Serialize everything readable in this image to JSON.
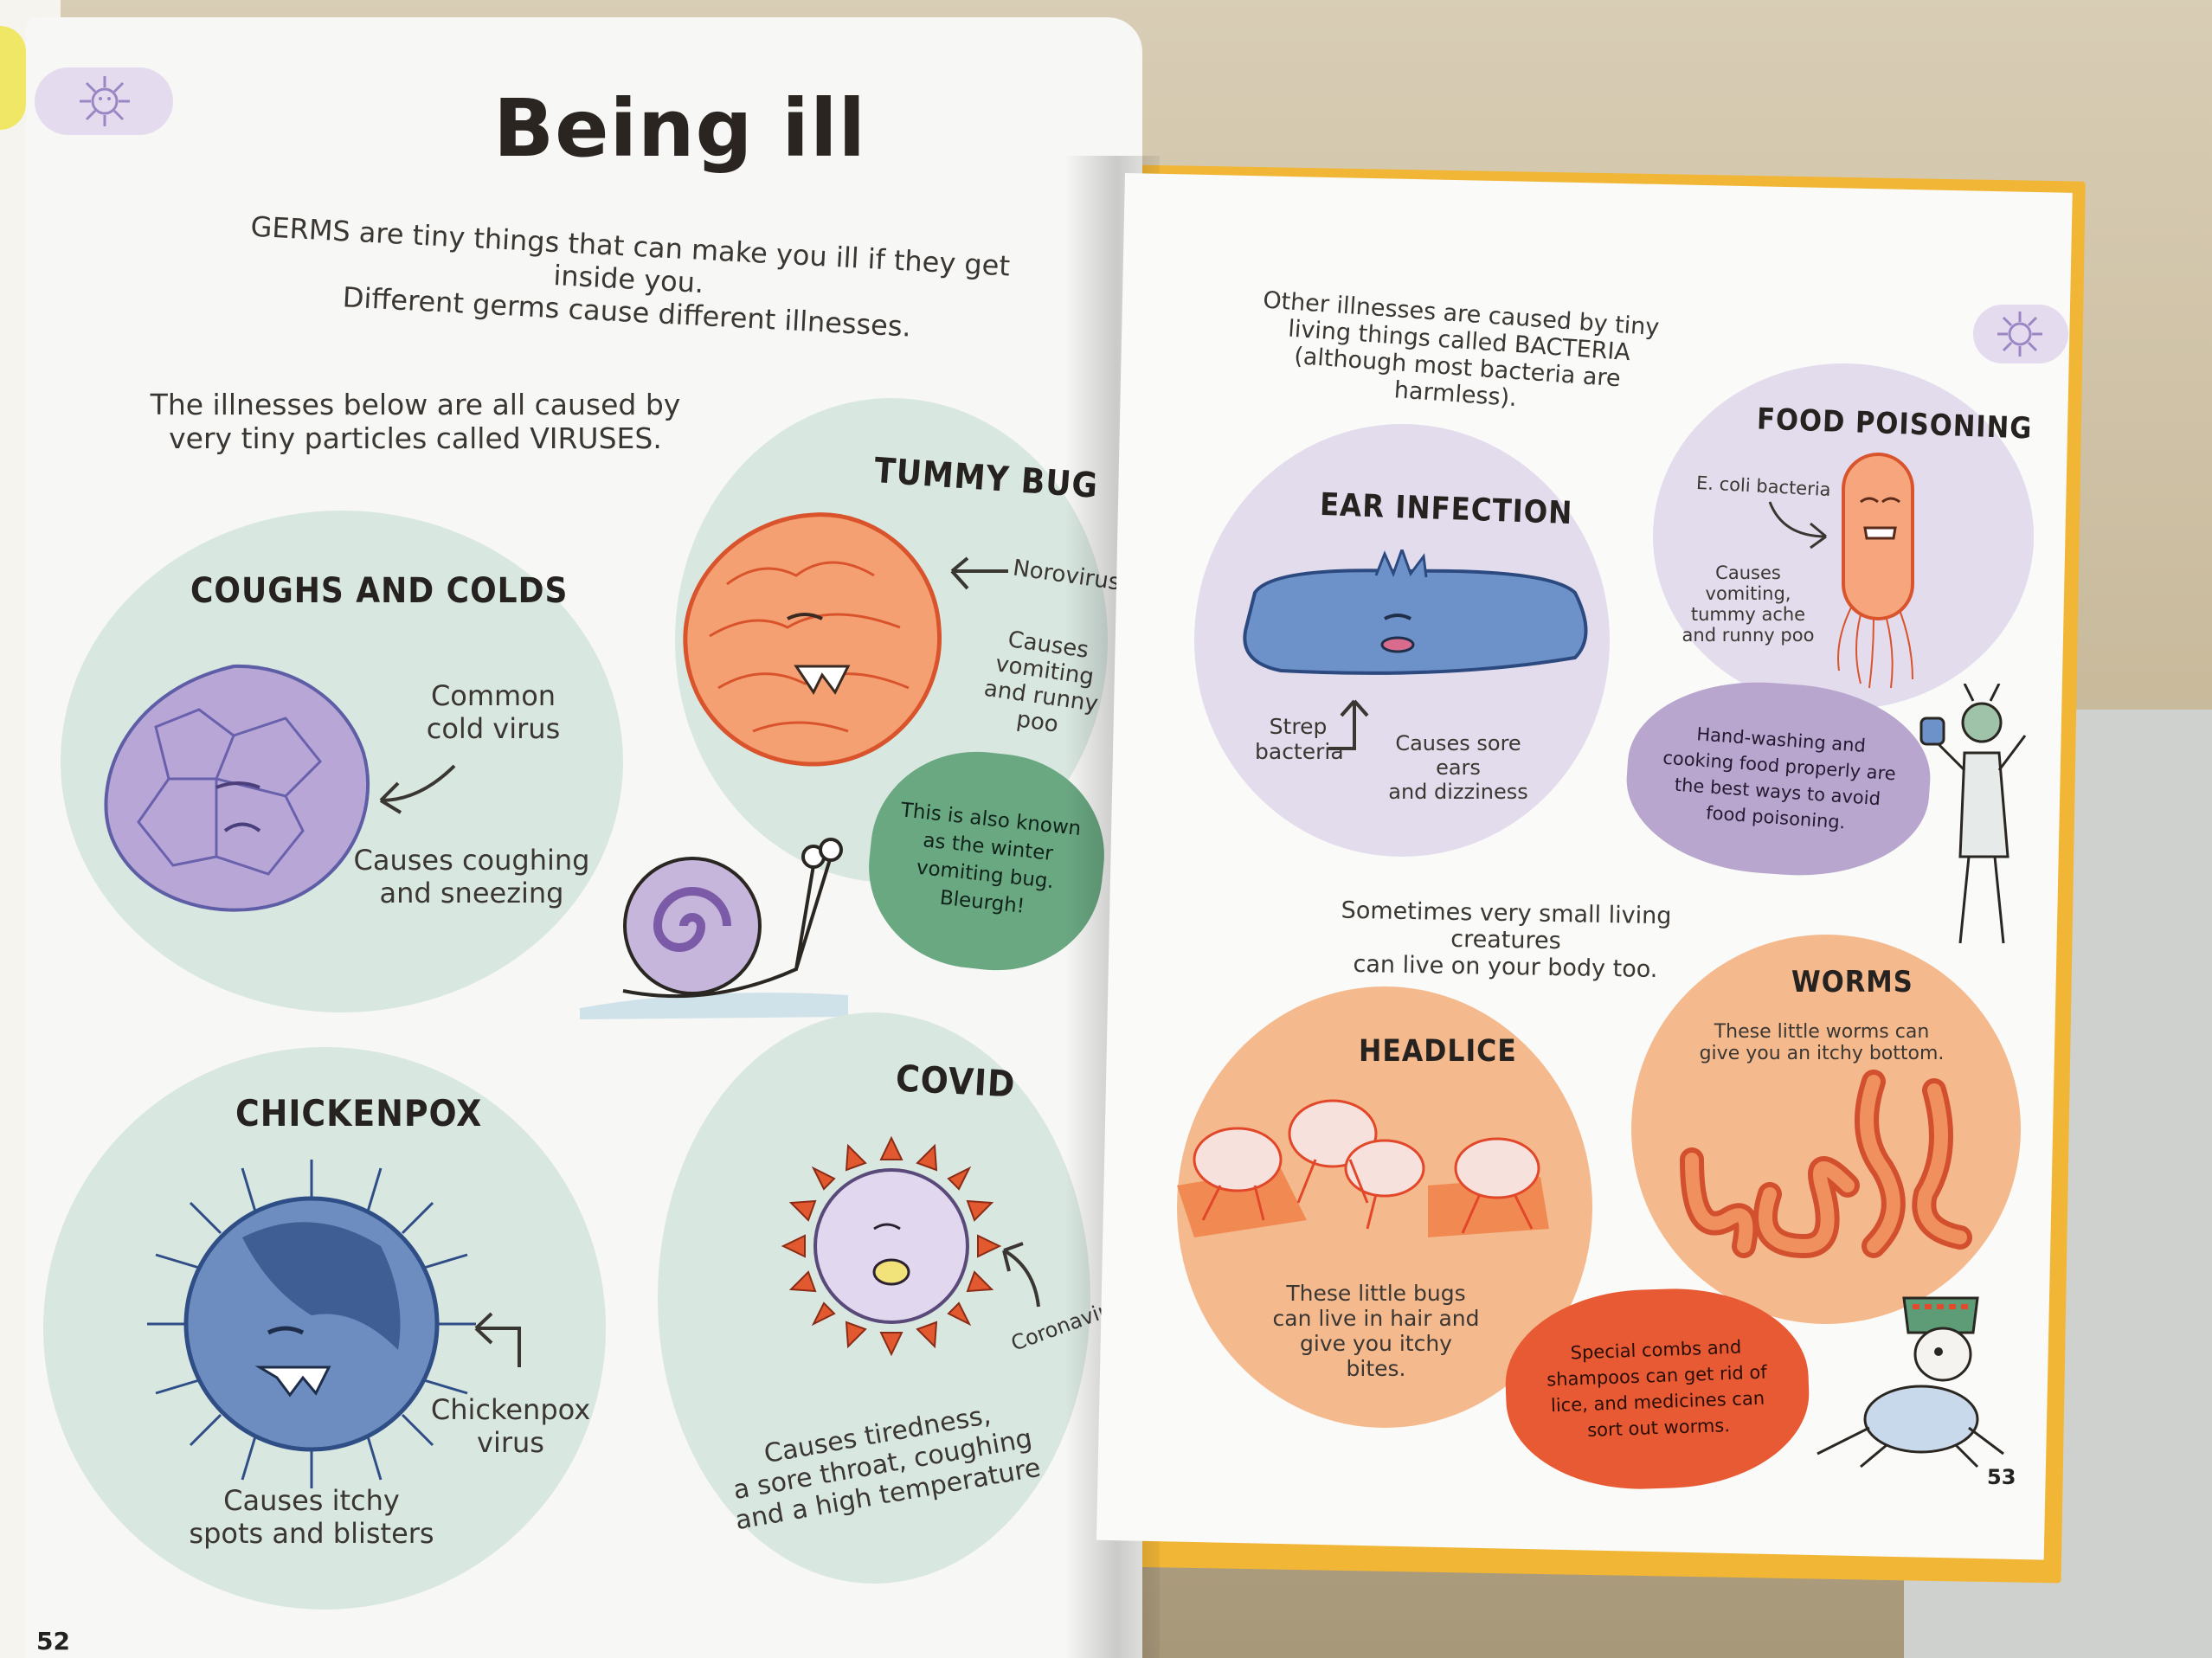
{
  "page_left": {
    "title": "Being ill",
    "intro_line1": "GERMS are tiny things that can make you ill if they get inside you.",
    "intro_line2": "Different germs cause different illnesses.",
    "viruses_line1": "The illnesses below are all caused by",
    "viruses_line2": "very tiny particles called VIRUSES.",
    "coughs": {
      "heading": "COUGHS AND COLDS",
      "label1": "Common",
      "label2": "cold virus",
      "effect1": "Causes coughing",
      "effect2": "and sneezing"
    },
    "tummy": {
      "heading": "TUMMY BUG",
      "label": "Norovirus",
      "effect1": "Causes vomiting",
      "effect2": "and runny poo"
    },
    "snail_bubble": {
      "l1": "This is also known",
      "l2": "as the winter",
      "l3": "vomiting bug.",
      "l4": "Bleurgh!"
    },
    "chickenpox": {
      "heading": "CHICKENPOX",
      "label1": "Chickenpox",
      "label2": "virus",
      "effect1": "Causes itchy",
      "effect2": "spots and blisters"
    },
    "covid": {
      "heading": "COVID",
      "label": "Coronavirus",
      "effect1": "Causes tiredness,",
      "effect2": "a sore throat, coughing",
      "effect3": "and a high temperature"
    },
    "page_number": "52"
  },
  "page_right": {
    "bacteria_line1": "Other illnesses are caused by tiny",
    "bacteria_line2": "living things called BACTERIA",
    "bacteria_line3": "(although most bacteria are harmless).",
    "ear": {
      "heading": "EAR INFECTION",
      "label1": "Strep",
      "label2": "bacteria",
      "effect1": "Causes sore ears",
      "effect2": "and dizziness"
    },
    "food": {
      "heading": "FOOD POISONING",
      "label": "E. coli bacteria",
      "effect1": "Causes vomiting,",
      "effect2": "tummy ache",
      "effect3": "and runny poo"
    },
    "hand_bubble": {
      "l1": "Hand-washing and",
      "l2": "cooking food properly are",
      "l3": "the best ways to avoid",
      "l4": "food poisoning."
    },
    "creatures_line1": "Sometimes very small living creatures",
    "creatures_line2": "can live on your body too.",
    "headlice": {
      "heading": "HEADLICE",
      "effect1": "These little bugs",
      "effect2": "can live in hair and",
      "effect3": "give you itchy bites."
    },
    "worms": {
      "heading": "WORMS",
      "effect1": "These little worms can",
      "effect2": "give you an itchy bottom."
    },
    "combs_bubble": {
      "l1": "Special combs and",
      "l2": "shampoos can get rid of",
      "l3": "lice, and medicines can",
      "l4": "sort out worms."
    },
    "page_number": "53"
  },
  "colors": {
    "mint": "#d9e7e1",
    "lilac": "#e3dcec",
    "peach": "#f5b98e",
    "virus_purple": "#b7a6d6",
    "noro_orange": "#f4a072",
    "chickenpox_blue": "#6d8cc0",
    "speech_green": "#6aa882",
    "speech_purple": "#b9a6cf",
    "speech_red": "#e85a33"
  },
  "icons": [
    "virus-badge-icon",
    "germ-badge-icon"
  ]
}
